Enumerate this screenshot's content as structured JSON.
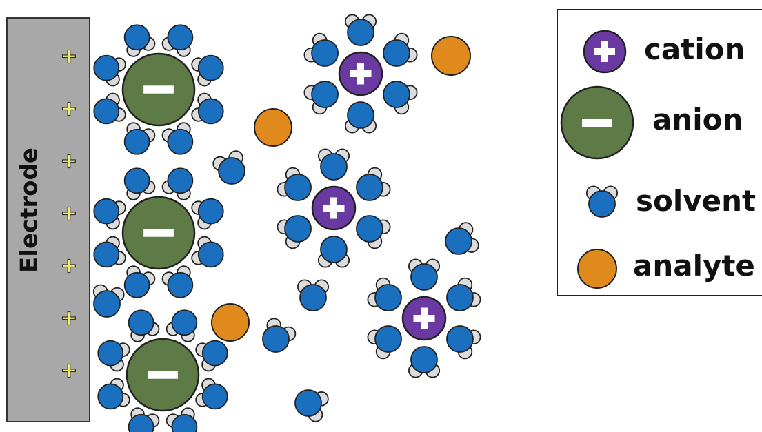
{
  "electrode": {
    "label": "Electrode",
    "charge_symbol": "+",
    "charge_count": 7,
    "fill_color": "#a8a8a8",
    "charge_color": "#f4f06a"
  },
  "legend": {
    "items": [
      {
        "key": "cation",
        "label": "cation",
        "icon": "cation-icon"
      },
      {
        "key": "anion",
        "label": "anion",
        "icon": "anion-icon"
      },
      {
        "key": "solvent",
        "label": "solvent",
        "icon": "solvent-icon"
      },
      {
        "key": "analyte",
        "label": "analyte",
        "icon": "analyte-icon"
      }
    ]
  },
  "colors": {
    "cation": "#6a3aa2",
    "anion": "#5e7a47",
    "solvent_oxygen": "#1a6fbf",
    "solvent_hydrogen": "#dcdcdc",
    "analyte": "#e08a1e",
    "outline": "#222222"
  },
  "symbols": {
    "cation": "+",
    "anion": "−"
  }
}
